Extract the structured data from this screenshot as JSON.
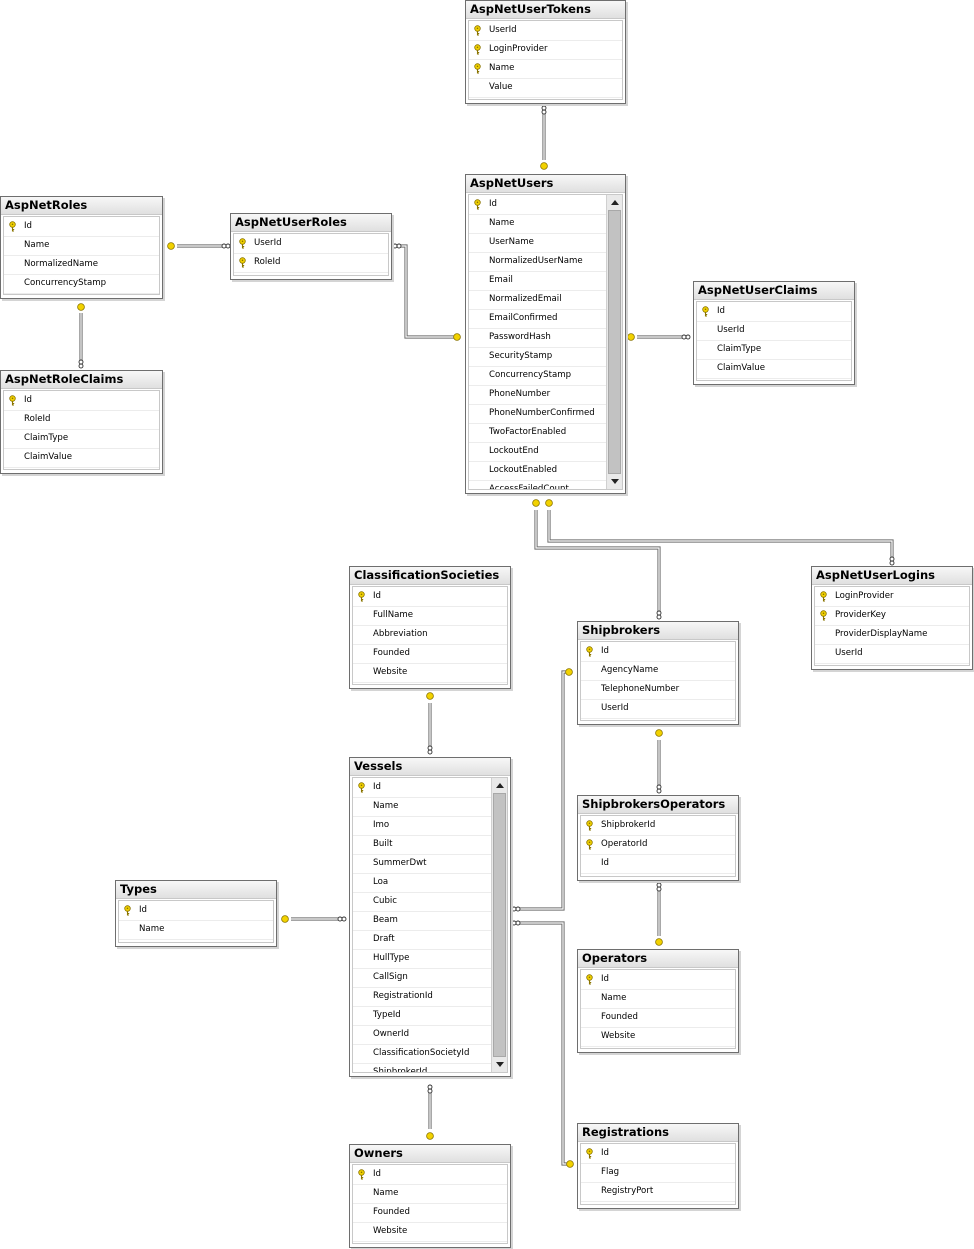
{
  "tables": [
    {
      "id": "AspNetUserTokens",
      "title": "AspNetUserTokens",
      "columns": [
        {
          "name": "UserId",
          "pk": true
        },
        {
          "name": "LoginProvider",
          "pk": true
        },
        {
          "name": "Name",
          "pk": true
        },
        {
          "name": "Value",
          "pk": false
        }
      ]
    },
    {
      "id": "AspNetUsers",
      "title": "AspNetUsers",
      "scrollbar": true,
      "columns": [
        {
          "name": "Id",
          "pk": true
        },
        {
          "name": "Name",
          "pk": false
        },
        {
          "name": "UserName",
          "pk": false
        },
        {
          "name": "NormalizedUserName",
          "pk": false
        },
        {
          "name": "Email",
          "pk": false
        },
        {
          "name": "NormalizedEmail",
          "pk": false
        },
        {
          "name": "EmailConfirmed",
          "pk": false
        },
        {
          "name": "PasswordHash",
          "pk": false
        },
        {
          "name": "SecurityStamp",
          "pk": false
        },
        {
          "name": "ConcurrencyStamp",
          "pk": false
        },
        {
          "name": "PhoneNumber",
          "pk": false
        },
        {
          "name": "PhoneNumberConfirmed",
          "pk": false
        },
        {
          "name": "TwoFactorEnabled",
          "pk": false
        },
        {
          "name": "LockoutEnd",
          "pk": false
        },
        {
          "name": "LockoutEnabled",
          "pk": false
        },
        {
          "name": "AccessFailedCount",
          "pk": false
        }
      ]
    },
    {
      "id": "AspNetRoles",
      "title": "AspNetRoles",
      "columns": [
        {
          "name": "Id",
          "pk": true
        },
        {
          "name": "Name",
          "pk": false
        },
        {
          "name": "NormalizedName",
          "pk": false
        },
        {
          "name": "ConcurrencyStamp",
          "pk": false
        }
      ]
    },
    {
      "id": "AspNetUserRoles",
      "title": "AspNetUserRoles",
      "columns": [
        {
          "name": "UserId",
          "pk": true
        },
        {
          "name": "RoleId",
          "pk": true
        }
      ]
    },
    {
      "id": "AspNetRoleClaims",
      "title": "AspNetRoleClaims",
      "columns": [
        {
          "name": "Id",
          "pk": true
        },
        {
          "name": "RoleId",
          "pk": false
        },
        {
          "name": "ClaimType",
          "pk": false
        },
        {
          "name": "ClaimValue",
          "pk": false
        }
      ]
    },
    {
      "id": "AspNetUserClaims",
      "title": "AspNetUserClaims",
      "columns": [
        {
          "name": "Id",
          "pk": true
        },
        {
          "name": "UserId",
          "pk": false
        },
        {
          "name": "ClaimType",
          "pk": false
        },
        {
          "name": "ClaimValue",
          "pk": false
        }
      ]
    },
    {
      "id": "AspNetUserLogins",
      "title": "AspNetUserLogins",
      "columns": [
        {
          "name": "LoginProvider",
          "pk": true
        },
        {
          "name": "ProviderKey",
          "pk": true
        },
        {
          "name": "ProviderDisplayName",
          "pk": false
        },
        {
          "name": "UserId",
          "pk": false
        }
      ]
    },
    {
      "id": "ClassificationSocieties",
      "title": "ClassificationSocieties",
      "columns": [
        {
          "name": "Id",
          "pk": true
        },
        {
          "name": "FullName",
          "pk": false
        },
        {
          "name": "Abbreviation",
          "pk": false
        },
        {
          "name": "Founded",
          "pk": false
        },
        {
          "name": "Website",
          "pk": false
        }
      ]
    },
    {
      "id": "Shipbrokers",
      "title": "Shipbrokers",
      "columns": [
        {
          "name": "Id",
          "pk": true
        },
        {
          "name": "AgencyName",
          "pk": false
        },
        {
          "name": "TelephoneNumber",
          "pk": false
        },
        {
          "name": "UserId",
          "pk": false
        }
      ]
    },
    {
      "id": "ShipbrokersOperators",
      "title": "ShipbrokersOperators",
      "columns": [
        {
          "name": "ShipbrokerId",
          "pk": true
        },
        {
          "name": "OperatorId",
          "pk": true
        },
        {
          "name": "Id",
          "pk": false
        }
      ]
    },
    {
      "id": "Vessels",
      "title": "Vessels",
      "scrollbar": true,
      "columns": [
        {
          "name": "Id",
          "pk": true
        },
        {
          "name": "Name",
          "pk": false
        },
        {
          "name": "Imo",
          "pk": false
        },
        {
          "name": "Built",
          "pk": false
        },
        {
          "name": "SummerDwt",
          "pk": false
        },
        {
          "name": "Loa",
          "pk": false
        },
        {
          "name": "Cubic",
          "pk": false
        },
        {
          "name": "Beam",
          "pk": false
        },
        {
          "name": "Draft",
          "pk": false
        },
        {
          "name": "HullType",
          "pk": false
        },
        {
          "name": "CallSign",
          "pk": false
        },
        {
          "name": "RegistrationId",
          "pk": false
        },
        {
          "name": "TypeId",
          "pk": false
        },
        {
          "name": "OwnerId",
          "pk": false
        },
        {
          "name": "ClassificationSocietyId",
          "pk": false
        },
        {
          "name": "ShipbrokerId",
          "pk": false
        }
      ]
    },
    {
      "id": "Types",
      "title": "Types",
      "columns": [
        {
          "name": "Id",
          "pk": true
        },
        {
          "name": "Name",
          "pk": false
        }
      ]
    },
    {
      "id": "Operators",
      "title": "Operators",
      "columns": [
        {
          "name": "Id",
          "pk": true
        },
        {
          "name": "Name",
          "pk": false
        },
        {
          "name": "Founded",
          "pk": false
        },
        {
          "name": "Website",
          "pk": false
        }
      ]
    },
    {
      "id": "Owners",
      "title": "Owners",
      "columns": [
        {
          "name": "Id",
          "pk": true
        },
        {
          "name": "Name",
          "pk": false
        },
        {
          "name": "Founded",
          "pk": false
        },
        {
          "name": "Website",
          "pk": false
        }
      ]
    },
    {
      "id": "Registrations",
      "title": "Registrations",
      "columns": [
        {
          "name": "Id",
          "pk": true
        },
        {
          "name": "Flag",
          "pk": false
        },
        {
          "name": "RegistryPort",
          "pk": false
        }
      ]
    }
  ],
  "relationships": [
    {
      "from": "AspNetUsers",
      "to": "AspNetUserTokens"
    },
    {
      "from": "AspNetRoles",
      "to": "AspNetUserRoles"
    },
    {
      "from": "AspNetUsers",
      "to": "AspNetUserRoles"
    },
    {
      "from": "AspNetRoles",
      "to": "AspNetRoleClaims"
    },
    {
      "from": "AspNetUsers",
      "to": "AspNetUserClaims"
    },
    {
      "from": "AspNetUsers",
      "to": "Shipbrokers"
    },
    {
      "from": "AspNetUsers",
      "to": "AspNetUserLogins"
    },
    {
      "from": "ClassificationSocieties",
      "to": "Vessels"
    },
    {
      "from": "Shipbrokers",
      "to": "ShipbrokersOperators"
    },
    {
      "from": "Operators",
      "to": "ShipbrokersOperators"
    },
    {
      "from": "Shipbrokers",
      "to": "Vessels"
    },
    {
      "from": "Types",
      "to": "Vessels"
    },
    {
      "from": "Owners",
      "to": "Vessels"
    },
    {
      "from": "Registrations",
      "to": "Vessels"
    }
  ],
  "colors": {
    "key": "#f2d200",
    "key_outline": "#8a7400",
    "line": "#6e6e6e",
    "one_end": "#f2d200",
    "many_end": "#ffffff"
  },
  "icons": {
    "pk": "primary-key-icon",
    "one": "one-end-key-icon",
    "many": "many-end-infinity-icon"
  }
}
